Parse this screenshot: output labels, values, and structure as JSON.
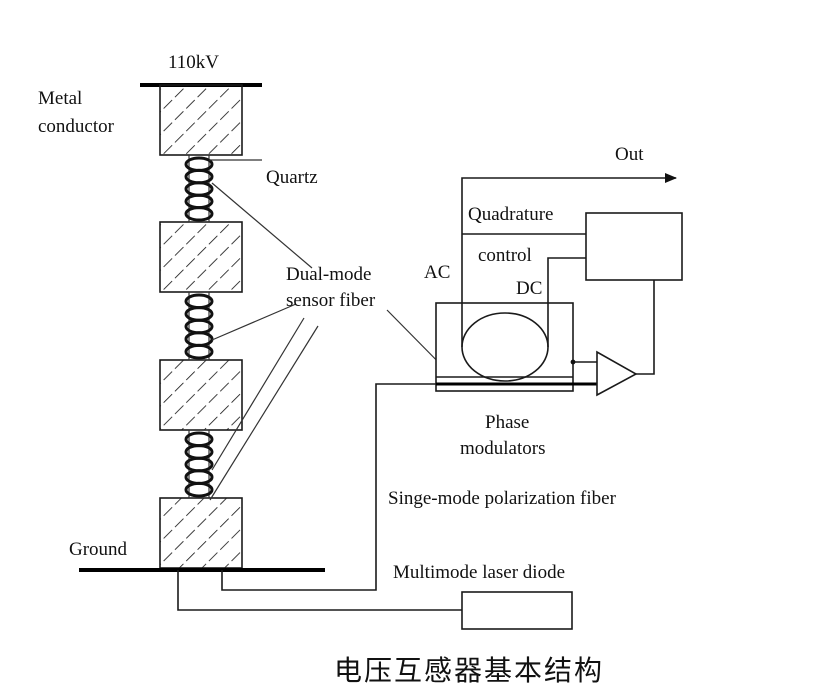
{
  "labels": {
    "voltage": "110kV",
    "metal_conductor_1": "Metal",
    "metal_conductor_2": "conductor",
    "quartz": "Quartz",
    "dual_mode_1": "Dual-mode",
    "dual_mode_2": "sensor fiber",
    "ground": "Ground",
    "out": "Out",
    "quadrature": "Quadrature",
    "control": "control",
    "ac": "AC",
    "dc": "DC",
    "phase_1": "Phase",
    "phase_2": "modulators",
    "singe_mode": "Singe-mode polarization fiber",
    "laser": "Multimode laser diode"
  },
  "caption": "电压互感器基本结构"
}
